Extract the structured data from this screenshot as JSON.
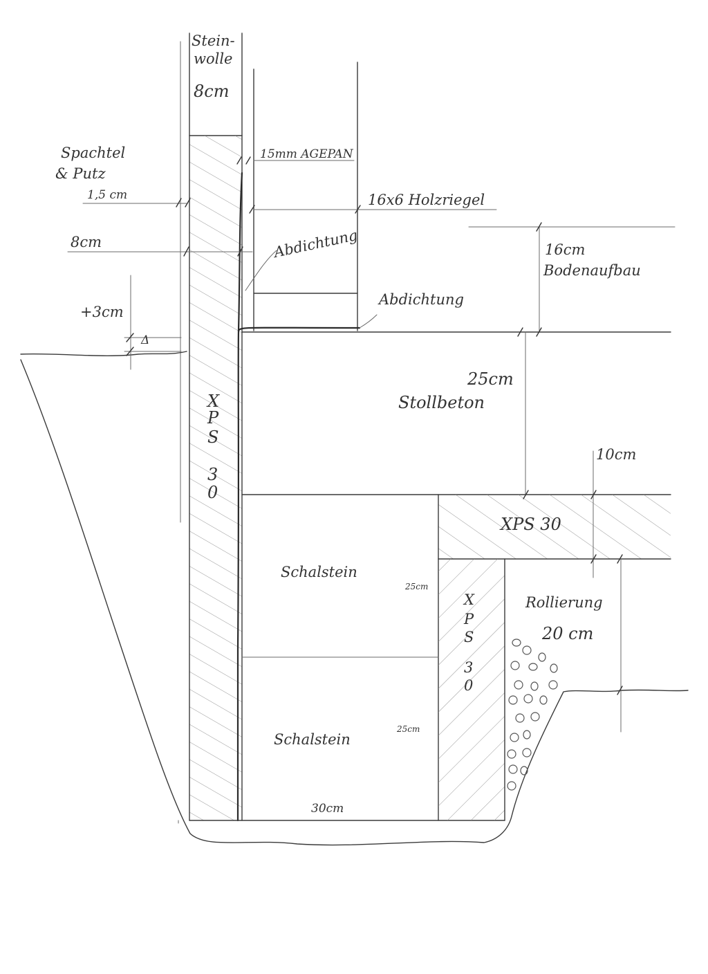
{
  "labels": {
    "steinwolle_1": "Stein-",
    "steinwolle_2": "wolle",
    "steinwolle_thickness": "8cm",
    "spachtel_1": "Spachtel",
    "spachtel_2": "& Putz",
    "spachtel_thickness": "1,5 cm",
    "agepan": "15mm AGEPAN",
    "holzriegel": "16x6 Holzriegel",
    "xps_thickness": "8cm",
    "abdichtung_wall": "Abdichtung",
    "abdichtung_floor": "Abdichtung",
    "offset": "+3cm",
    "delta": "Δ",
    "bodenaufbau_thickness": "16cm",
    "bodenaufbau": "Bodenaufbau",
    "stollbeton_thickness": "25cm",
    "stollbeton": "Stollbeton",
    "xps_slab_thickness": "10cm",
    "xps_slab": "XPS 30",
    "xps_wall": [
      "X",
      "P",
      "S",
      "3",
      "0"
    ],
    "xps_footing": [
      "X",
      "P",
      "S",
      "3",
      "0"
    ],
    "schalstein_upper": "Schalstein",
    "schalstein_upper_height": "25cm",
    "schalstein_lower": "Schalstein",
    "schalstein_lower_height": "25cm",
    "footing_width": "30cm",
    "rollierung": "Rollierung",
    "rollierung_thickness": "20 cm"
  },
  "colors": {
    "pencil": "#3a3a3a",
    "paper": "#ffffff"
  }
}
